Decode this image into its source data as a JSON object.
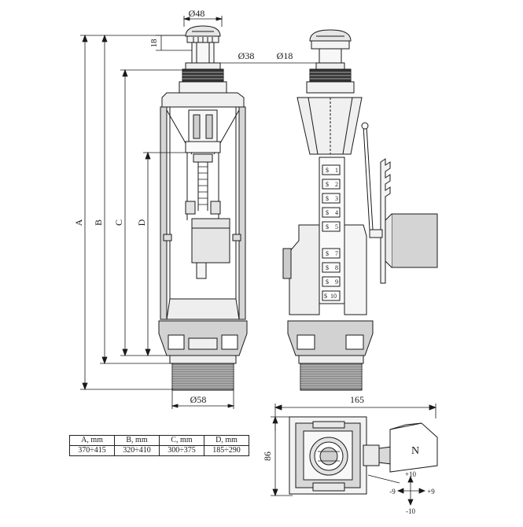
{
  "top_dims": {
    "cap_diameter": "Ø48",
    "cap_height": "18",
    "stem_diameter": "Ø38",
    "button_diameter": "Ø18"
  },
  "height_labels": {
    "a": "A",
    "b": "B",
    "c": "C",
    "d": "D"
  },
  "bottom_dims": {
    "thread_diameter": "Ø58"
  },
  "plan_dims": {
    "width": "165",
    "depth": "86"
  },
  "level_marks": [
    "1",
    "2",
    "3",
    "4",
    "5",
    "7",
    "8",
    "9",
    "10"
  ],
  "float_label": "N",
  "adjust": {
    "up": "+10",
    "down": "-10",
    "left": "-9",
    "right": "+9"
  },
  "table": {
    "headers": [
      "A, mm",
      "B, mm",
      "C, mm",
      "D, mm"
    ],
    "values": [
      "370÷415",
      "320÷410",
      "300÷375",
      "185÷290"
    ]
  },
  "colors": {
    "line": "#1a1a1a",
    "shade": "#dcdcdc",
    "dark": "#8a8a8a"
  }
}
